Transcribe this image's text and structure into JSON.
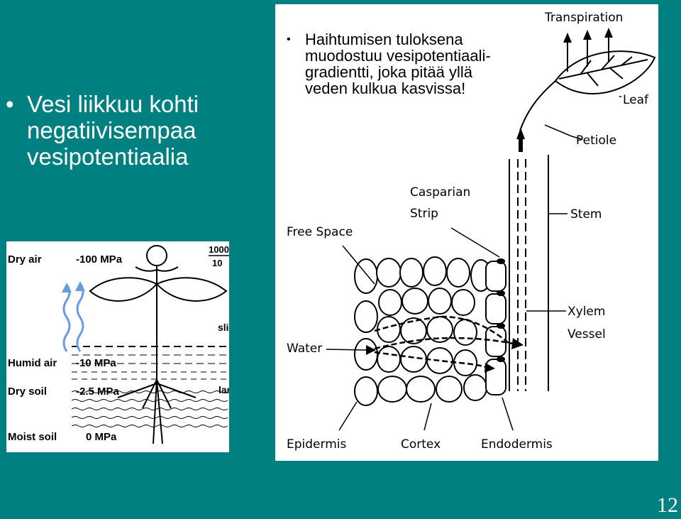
{
  "slide": {
    "title": "Vesi liikkuu kohti negatiivisempaa vesipotentiaalia",
    "bullet": "•",
    "note": "Haihtumisen tuloksena muodostuu vesipotentiaali-\ngradientti, joka pitää yllä veden kulkua kasvissa!",
    "page_number": "12"
  },
  "left_diagram": {
    "labels": {
      "dry_air": "Dry air",
      "humid_air": "Humid air",
      "dry_soil": "Dry soil",
      "moist_soil": "Moist soil",
      "p_dry_air": "-100 MPa",
      "p_humid_air": "-10 MPa",
      "p_dry_soil": "-2.5 MPa",
      "p_moist_soil": "0 MPa",
      "scale_top": "1000",
      "scale_bottom": "10",
      "cut_sli": "sli",
      "cut_lar": "lar"
    },
    "colors": {
      "arrow": "#6a9be0"
    }
  },
  "right_diagram": {
    "labels": {
      "transpiration": "Transpiration",
      "leaf": "Leaf",
      "petiole": "Petiole",
      "casparian_strip_1": "Casparian",
      "casparian_strip_2": "Strip",
      "free_space": "Free Space",
      "stem": "Stem",
      "xylem": "Xylem",
      "vessel": "Vessel",
      "water": "Water",
      "epidermis": "Epidermis",
      "cortex": "Cortex",
      "endodermis": "Endodermis"
    }
  }
}
